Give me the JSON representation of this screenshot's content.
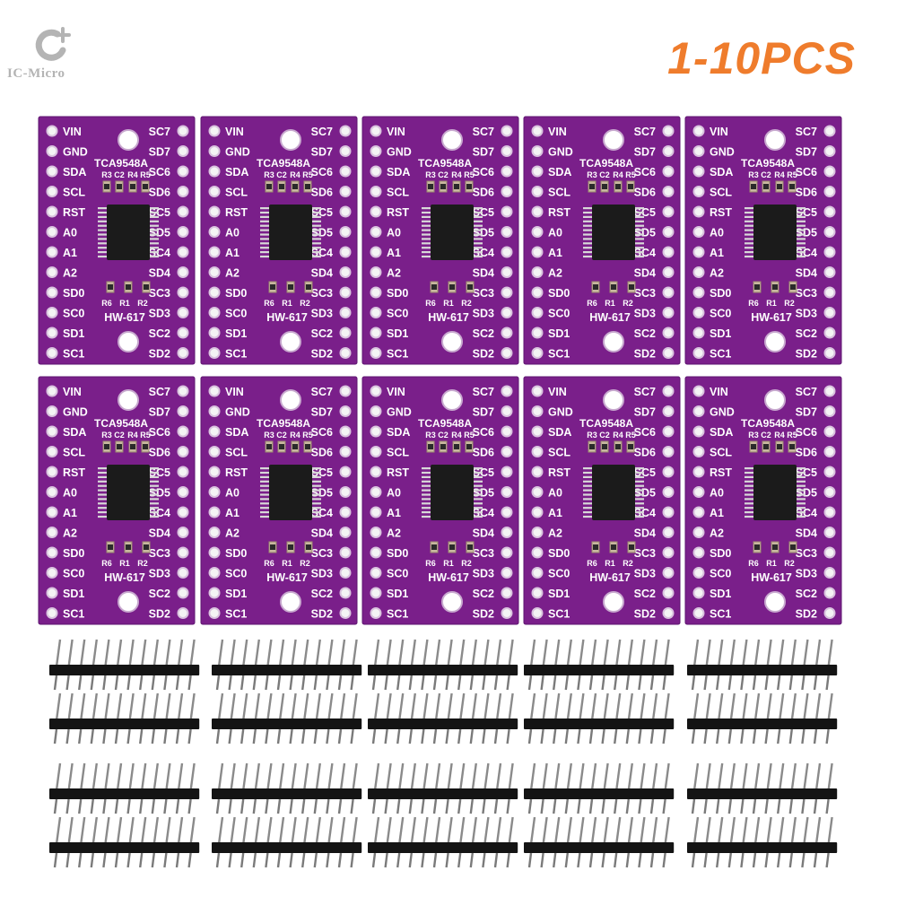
{
  "brand": {
    "name": "IC-Micro",
    "mark_icon": "c-plus-logo-icon",
    "mark_color": "#b4b4b4"
  },
  "headline": {
    "text": "1-10PCS",
    "color": "#ef7c2c"
  },
  "product": {
    "chip": "TCA9548A",
    "model": "HW-617",
    "board_color": "#7a1f8a",
    "component_labels_top": [
      "R3",
      "C2",
      "R4",
      "R5"
    ],
    "component_labels_bottom": [
      "R6",
      "R1",
      "R2"
    ],
    "left_pins": [
      "VIN",
      "GND",
      "SDA",
      "SCL",
      "RST",
      "A0",
      "A1",
      "A2",
      "SD0",
      "SC0",
      "SD1",
      "SC1"
    ],
    "right_pins": [
      "SC7",
      "SD7",
      "SC6",
      "SD6",
      "SC5",
      "SD5",
      "SC4",
      "SD4",
      "SC3",
      "SD3",
      "SC2",
      "SD2"
    ],
    "boards_shown": 10,
    "pin_headers_shown": 20
  }
}
